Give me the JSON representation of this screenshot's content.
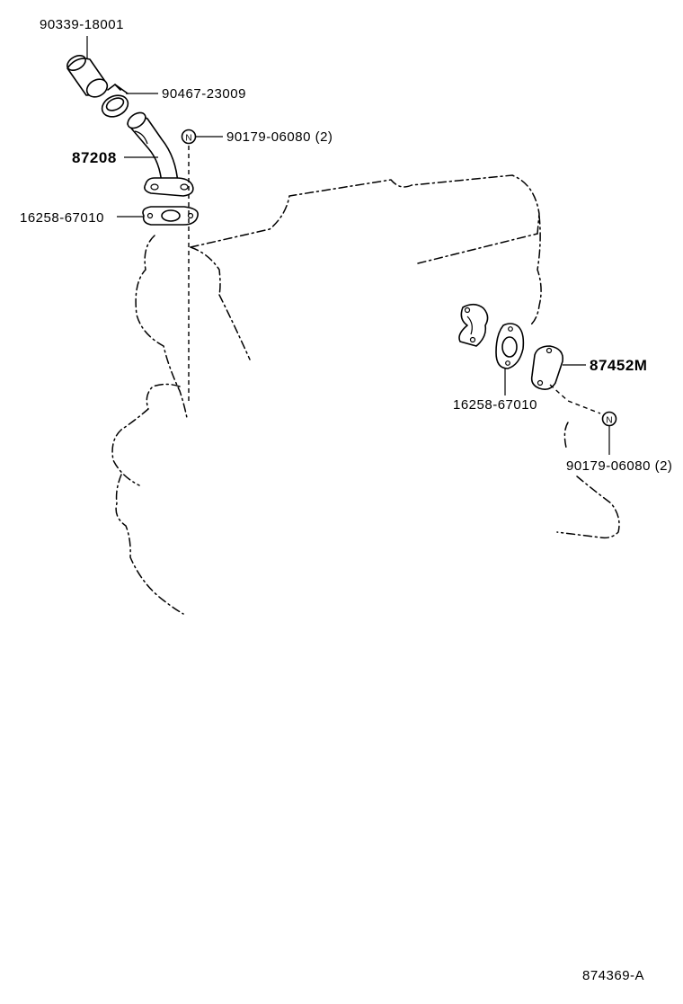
{
  "parts": {
    "hose": "90339-18001",
    "clamp": "90467-23009",
    "nut_left": "90179-06080 (2)",
    "pipe": "87208",
    "gasket_left": "16258-67010",
    "plate": "87452M",
    "gasket_right": "16258-67010",
    "nut_right": "90179-06080 (2)"
  },
  "nut_symbol": "N",
  "figure_code": "874369-A"
}
